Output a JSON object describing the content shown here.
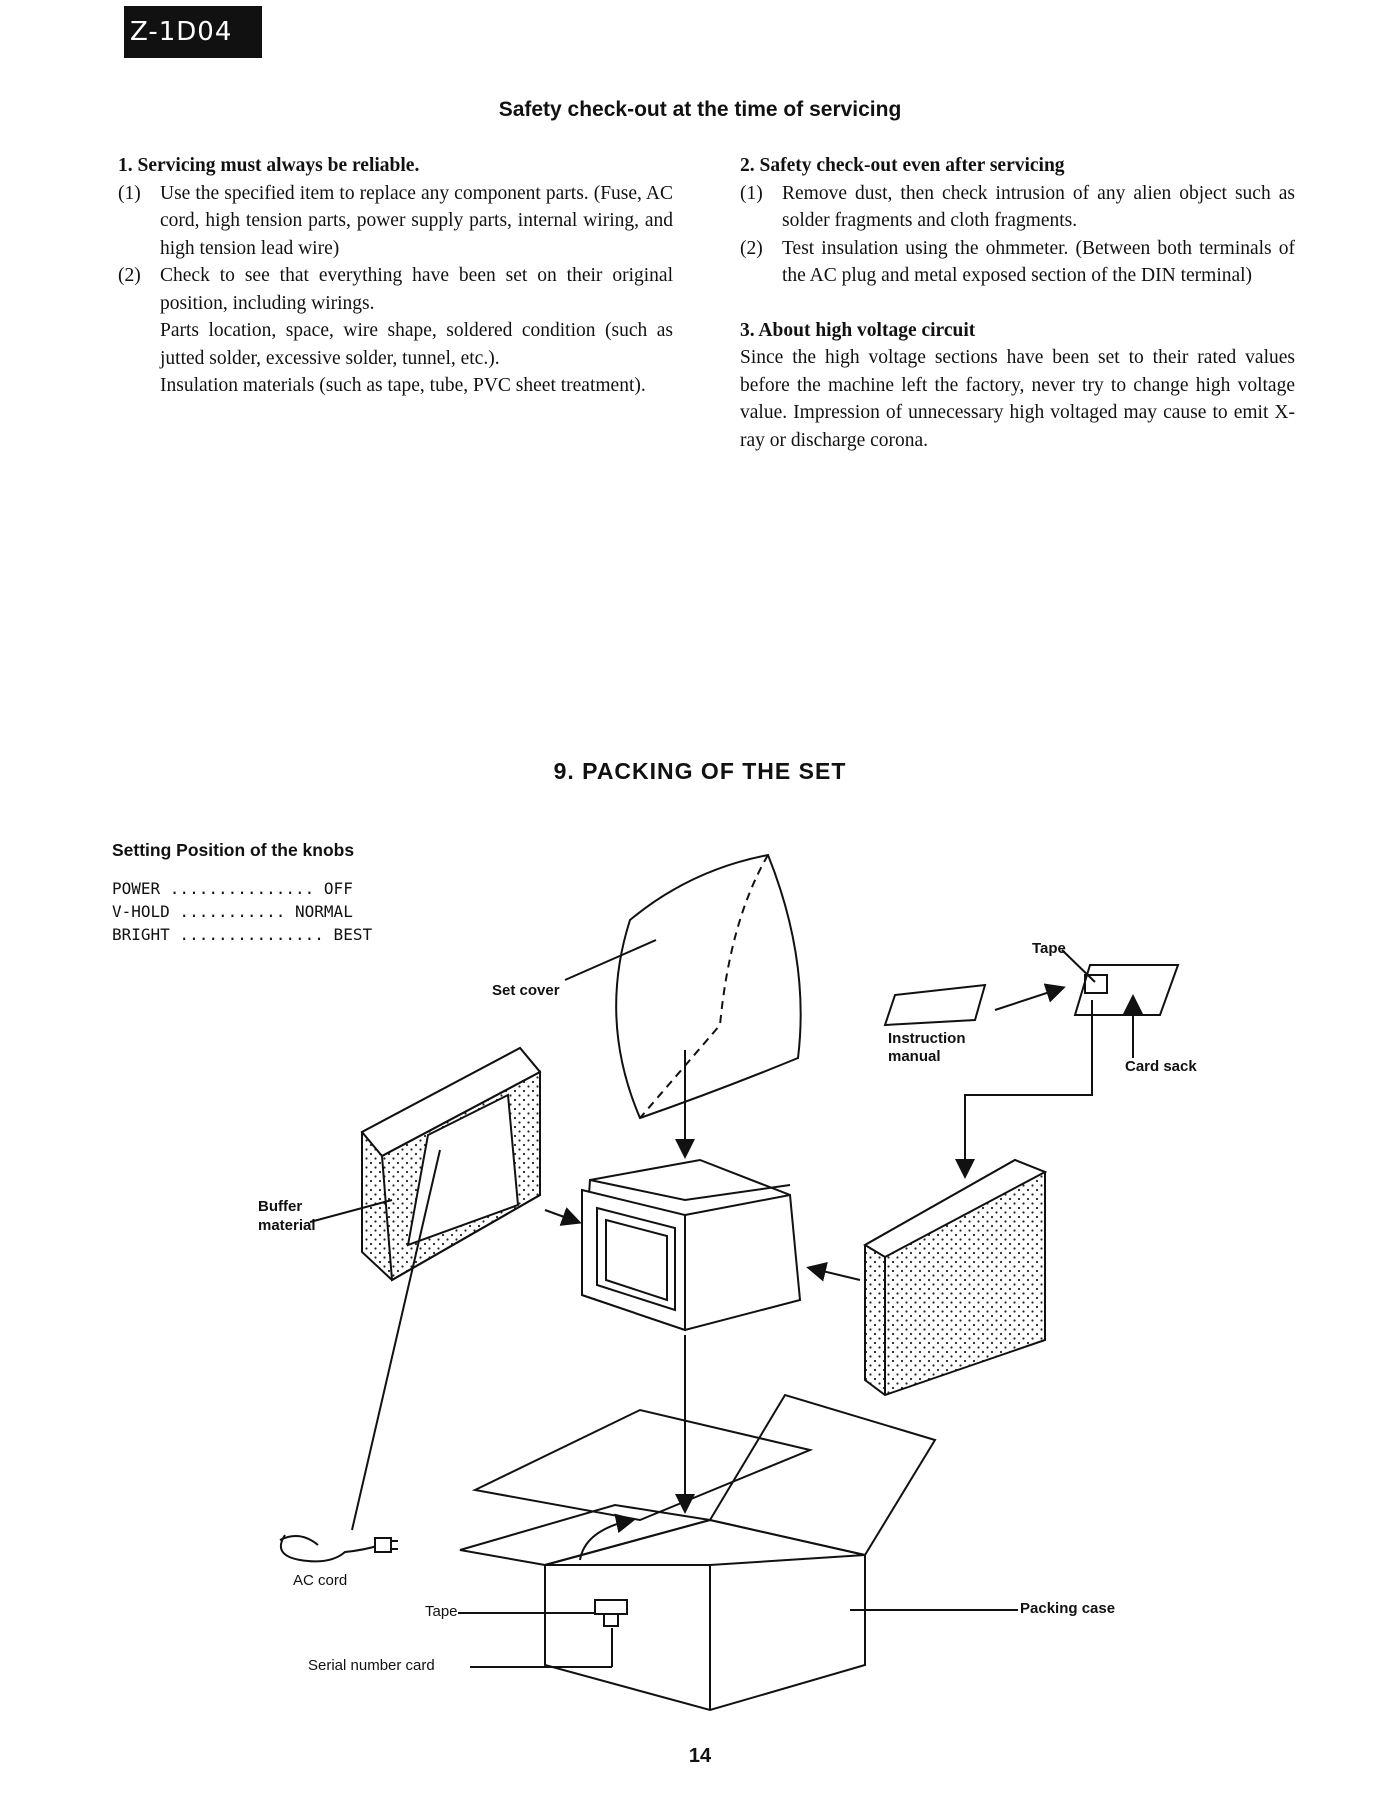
{
  "header": {
    "model_tag": "Z-1D04"
  },
  "safety": {
    "title": "Safety check-out at the time of servicing",
    "s1": {
      "heading": "1. Servicing must always be reliable.",
      "i1_num": "(1)",
      "i1_text": "Use the specified item to replace any component parts. (Fuse, AC cord, high tension parts, power supply parts, internal wiring, and high tension lead wire)",
      "i2_num": "(2)",
      "i2_text": "Check to see that everything have been set on their original position, including wirings.",
      "i2_cont1": "Parts location, space, wire shape, soldered condition (such as jutted solder, excessive solder, tunnel, etc.).",
      "i2_cont2": "Insulation materials (such as tape, tube, PVC sheet treatment)."
    },
    "s2": {
      "heading": "2. Safety check-out even after servicing",
      "i1_num": "(1)",
      "i1_text": "Remove dust, then check intrusion of any alien object such as solder fragments and cloth fragments.",
      "i2_num": "(2)",
      "i2_text": "Test insulation using the ohmmeter. (Between both terminals of the AC plug and metal exposed section of the DIN terminal)"
    },
    "s3": {
      "heading": "3. About high voltage circuit",
      "text": "Since the high voltage sections have been set to their rated values before the machine left the factory, never try to change high voltage value. Impression of unnecessary high voltaged may cause to emit X-ray or discharge corona."
    }
  },
  "packing": {
    "title": "9. PACKING OF THE SET",
    "knobs_heading": "Setting Position of the knobs",
    "knobs": [
      {
        "row": "POWER ............... OFF"
      },
      {
        "row": "V-HOLD ........... NORMAL"
      },
      {
        "row": "BRIGHT ............... BEST"
      }
    ],
    "labels": {
      "set_cover": "Set cover",
      "tape_top": "Tape",
      "instruction": "Instruction",
      "manual": "manual",
      "card_sack": "Card sack",
      "buffer": "Buffer",
      "material": "material",
      "ac_cord": "AC cord",
      "tape_bottom": "Tape",
      "serial_card": "Serial number card",
      "packing_case": "Packing case"
    }
  },
  "footer": {
    "page_number": "14"
  }
}
